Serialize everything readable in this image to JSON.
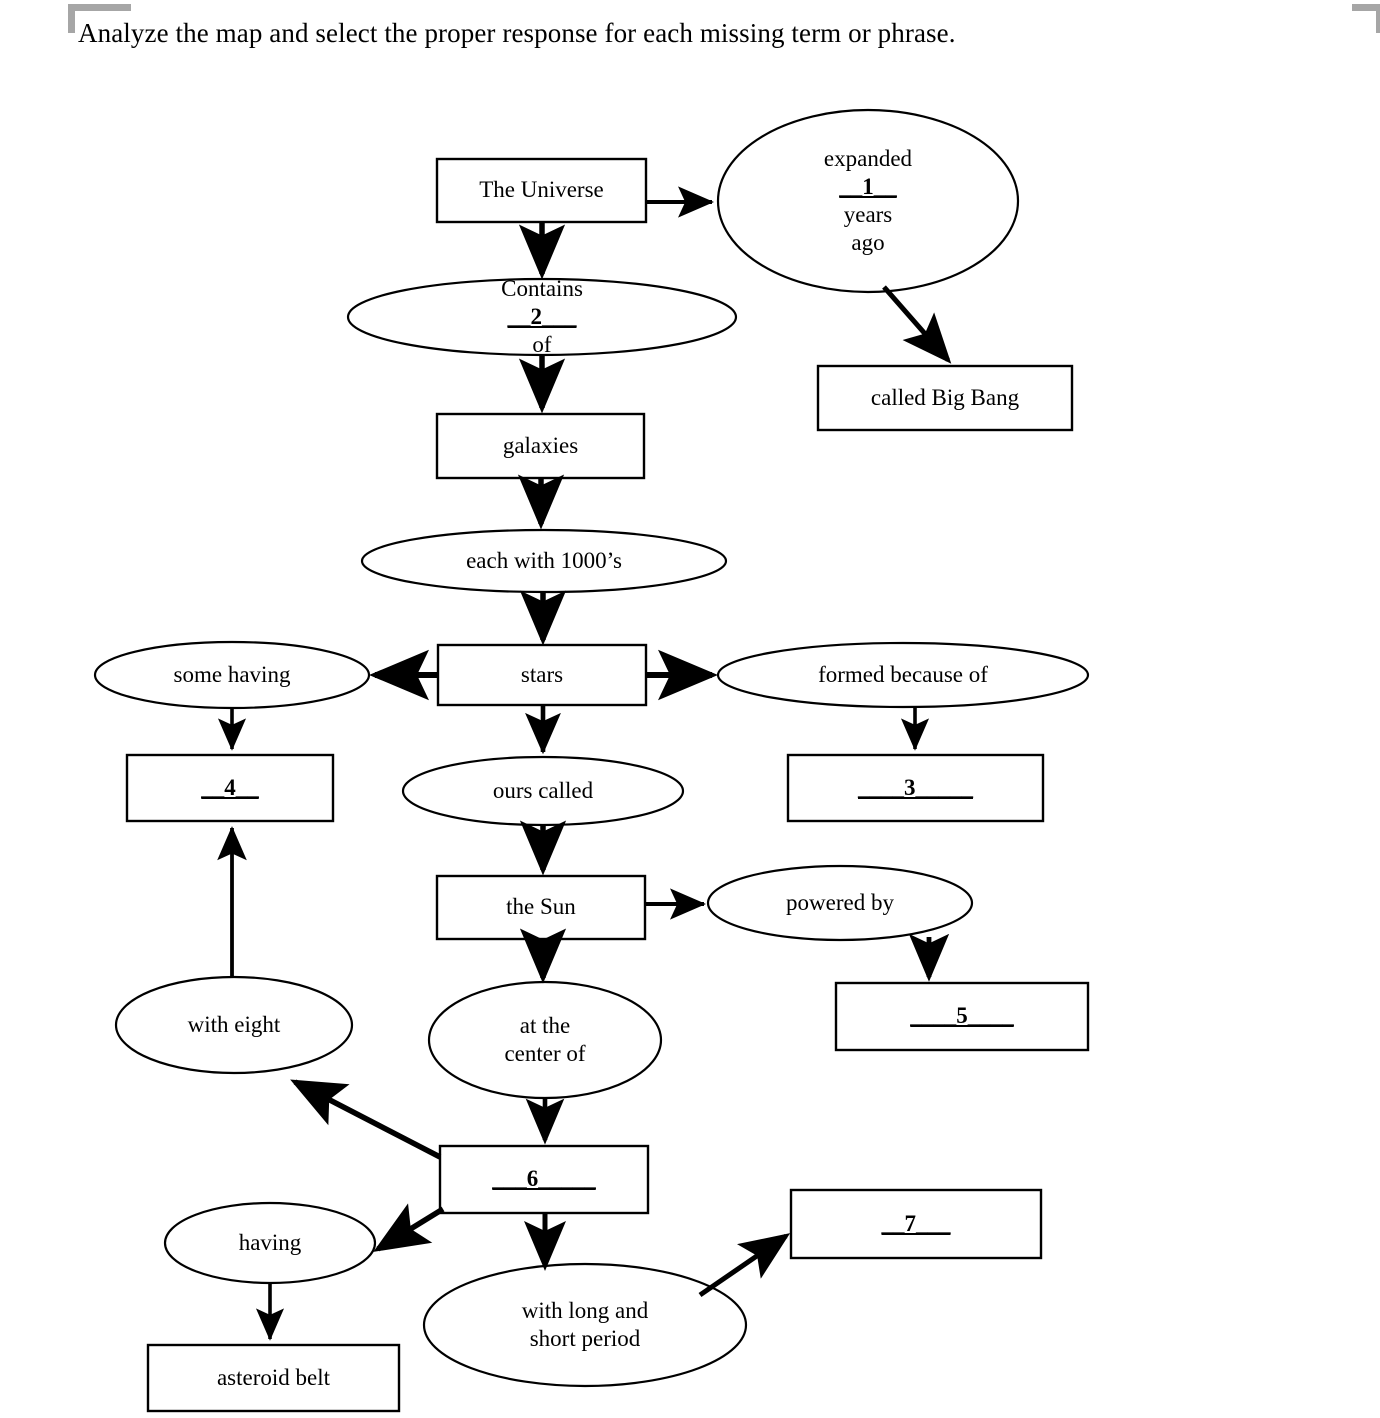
{
  "page": {
    "instruction": "Analyze the map and select the proper response for each missing term or phrase."
  },
  "concept_map": {
    "title": "The Universe concept map",
    "nodes": [
      {
        "id": "universe",
        "shape": "box",
        "label": "The Universe"
      },
      {
        "id": "expanded",
        "shape": "ellipse",
        "label_line1": "expanded",
        "label_line2_pre": "__1__",
        "label_line2_post": "years",
        "label_line3": "ago"
      },
      {
        "id": "big-bang",
        "shape": "box",
        "label": "called Big Bang"
      },
      {
        "id": "contains",
        "shape": "ellipse",
        "label_pre": "Contains",
        "label_blank": "__2___",
        "label_post": "of"
      },
      {
        "id": "galaxies",
        "shape": "box",
        "label": "galaxies"
      },
      {
        "id": "each-with",
        "shape": "ellipse",
        "label": "each with 1000’s"
      },
      {
        "id": "stars",
        "shape": "box",
        "label": "stars"
      },
      {
        "id": "some-having",
        "shape": "ellipse",
        "label": "some having"
      },
      {
        "id": "blank-4",
        "shape": "box",
        "label": "__4__"
      },
      {
        "id": "formed-because",
        "shape": "ellipse",
        "label": "formed because of"
      },
      {
        "id": "blank-3",
        "shape": "box",
        "label": "____3_____"
      },
      {
        "id": "ours-called",
        "shape": "ellipse",
        "label": "ours called"
      },
      {
        "id": "the-sun",
        "shape": "box",
        "label": "the Sun"
      },
      {
        "id": "powered-by",
        "shape": "ellipse",
        "label": "powered by"
      },
      {
        "id": "blank-5",
        "shape": "box",
        "label": "____5____"
      },
      {
        "id": "at-the-center",
        "shape": "ellipse",
        "label_line1": "at the",
        "label_line2": "center of"
      },
      {
        "id": "with-eight",
        "shape": "ellipse",
        "label": "with eight"
      },
      {
        "id": "blank-6",
        "shape": "box",
        "label": "___6_____"
      },
      {
        "id": "having",
        "shape": "ellipse",
        "label": "having"
      },
      {
        "id": "asteroid-belt",
        "shape": "box",
        "label": "asteroid belt"
      },
      {
        "id": "long-short",
        "shape": "ellipse",
        "label_line1": "with long and",
        "label_line2": "short period"
      },
      {
        "id": "blank-7",
        "shape": "box",
        "label": "__7___"
      }
    ],
    "edges": [
      {
        "from": "universe",
        "to": "expanded"
      },
      {
        "from": "universe",
        "to": "contains"
      },
      {
        "from": "expanded",
        "to": "big-bang"
      },
      {
        "from": "contains",
        "to": "galaxies"
      },
      {
        "from": "galaxies",
        "to": "each-with"
      },
      {
        "from": "each-with",
        "to": "stars"
      },
      {
        "from": "stars",
        "to": "some-having"
      },
      {
        "from": "stars",
        "to": "formed-because"
      },
      {
        "from": "stars",
        "to": "ours-called"
      },
      {
        "from": "some-having",
        "to": "blank-4"
      },
      {
        "from": "formed-because",
        "to": "blank-3"
      },
      {
        "from": "ours-called",
        "to": "the-sun"
      },
      {
        "from": "the-sun",
        "to": "powered-by"
      },
      {
        "from": "the-sun",
        "to": "at-the-center"
      },
      {
        "from": "powered-by",
        "to": "blank-5"
      },
      {
        "from": "at-the-center",
        "to": "blank-6"
      },
      {
        "from": "blank-6",
        "to": "with-eight"
      },
      {
        "from": "with-eight",
        "to": "blank-4"
      },
      {
        "from": "blank-6",
        "to": "having"
      },
      {
        "from": "having",
        "to": "asteroid-belt"
      },
      {
        "from": "blank-6",
        "to": "long-short"
      },
      {
        "from": "long-short",
        "to": "blank-7"
      }
    ],
    "colors": {
      "stroke": "#000000",
      "fill": "#ffffff",
      "crop_mark": "#a6a6a6"
    }
  }
}
